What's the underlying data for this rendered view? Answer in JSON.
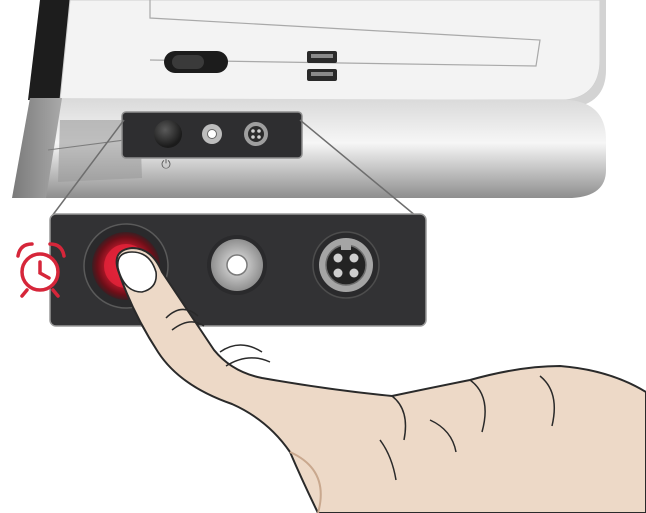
{
  "machine": {
    "power_symbol": "⏻",
    "connectors": [
      "power-button",
      "foot-control-socket",
      "power-cord-socket"
    ]
  },
  "callout": {
    "alarm_icon": "alarm-clock-icon",
    "alarm_color": "#d6263a",
    "highlighted_control": "power-button"
  },
  "colors": {
    "panel_dark": "#323234",
    "button_glow": "#c0182b",
    "machine_body": "#f4f4f4",
    "machine_base": "#b8b8b8",
    "finger_skin": "#edd9c7",
    "finger_outline": "#2a2a2a"
  }
}
